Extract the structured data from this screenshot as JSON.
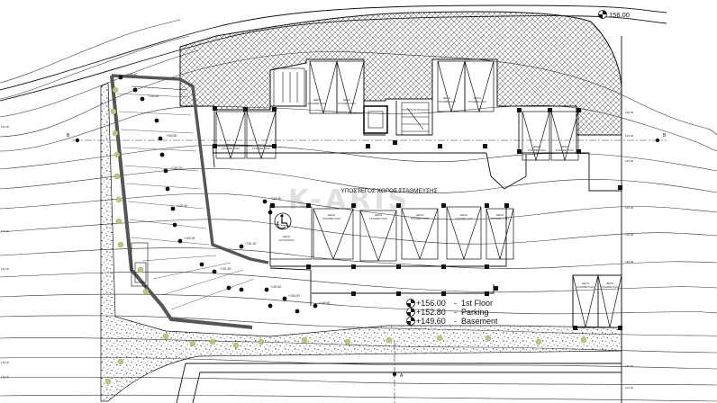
{
  "top_level": {
    "value": "156.00"
  },
  "parking_label": "ΥΠΟΣΤΕΓΟΣ ΧΩΡΟΣ ΣΤΑΘΜΕΥΣΗΣ",
  "legend": [
    {
      "value": "+156.00",
      "label": "1st Floor"
    },
    {
      "value": "+152.80",
      "label": "Parking"
    },
    {
      "value": "+149.60",
      "label": "Basement"
    }
  ],
  "section_marks": {
    "left": "B",
    "right": "B",
    "bottom": "A"
  },
  "watermark": "K-ARIS",
  "parking_space_text": [
    "ΘΕΣΗ",
    "ΣΤΑΘΜΕΥΣΗΣ"
  ],
  "disabled_space_text": [
    "ΘΕΣΗ",
    "ΑΝΑΠΗΡΩΝ"
  ],
  "spot_levels": [
    "+154.40",
    "+154.60",
    "+153.80",
    "+153.20",
    "+152.60",
    "+152.00",
    "+151.60",
    "+151.20",
    "+150.80",
    "+150.40",
    "+150.00",
    "+149.80"
  ],
  "side_levels_right": [
    "158.00",
    "156.00",
    "154.00",
    "152.00",
    "150.00",
    "148.00",
    "146.00",
    "144.00"
  ],
  "side_levels_left": [
    "160.00",
    "156.00",
    "152.00",
    "148.00",
    "144.00"
  ],
  "colors": {
    "line": "#111111",
    "hatch": "#222222",
    "tree": "#b9c77a"
  }
}
